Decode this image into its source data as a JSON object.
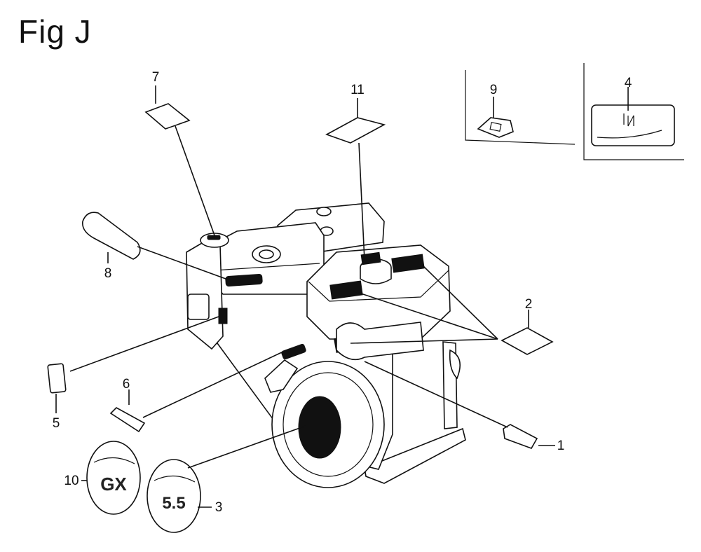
{
  "figure": {
    "title": "Fig J"
  },
  "callouts": {
    "c1": "1",
    "c2": "2",
    "c3": "3",
    "c4": "4",
    "c5": "5",
    "c6": "6",
    "c7": "7",
    "c8": "8",
    "c9": "9",
    "c10": "10",
    "c11": "11"
  },
  "emblems": {
    "left_model": "GX",
    "right_model": "5.5"
  }
}
